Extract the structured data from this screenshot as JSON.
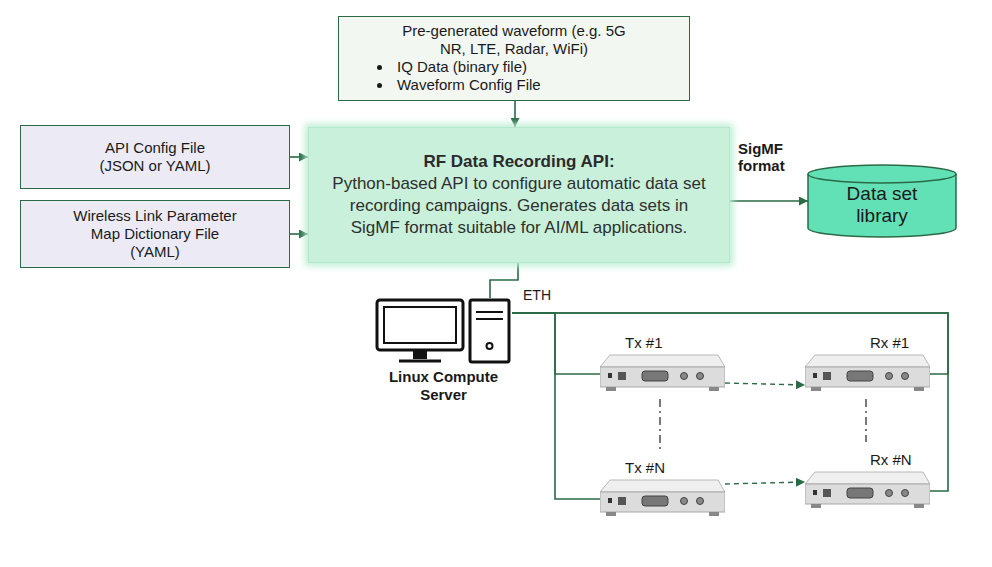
{
  "diagram": {
    "nodes": [
      {
        "text": [
          "Pre-generated waveform (e.g. 5G NR, LTE, Radar, WiFi)",
          "IQ Data (binary file)",
          "Waveform Config File"
        ]
      },
      {
        "text": [
          "API Config File (JSON or YAML)"
        ]
      },
      {
        "text": [
          "Wireless Link Parameter Map Dictionary File (YAML)"
        ]
      },
      {
        "text": [
          "RF Data Recording API:",
          "Python-based API to configure automatic data set recording campaigns. Generates data sets in SigMF format suitable for AI/ML applications."
        ]
      },
      {
        "text": [
          "Data set library"
        ]
      },
      {
        "text": [
          "Linux Compute Server"
        ]
      },
      {
        "text": [
          "Tx #1"
        ]
      },
      {
        "text": [
          "Rx #1"
        ]
      },
      {
        "text": [
          "Tx #N"
        ]
      },
      {
        "text": [
          "Rx #N"
        ]
      }
    ],
    "edges": [
      {
        "from": 0,
        "to": 3,
        "arrow": "to"
      },
      {
        "from": 1,
        "to": 3,
        "arrow": "to"
      },
      {
        "from": 2,
        "to": 3,
        "arrow": "to"
      },
      {
        "from": 3,
        "to": 4,
        "label": "SigMF format",
        "arrow": "to"
      },
      {
        "from": 3,
        "to": 5,
        "arrow": "none"
      },
      {
        "from": 5,
        "to": 6,
        "arrow": "none"
      },
      {
        "from": 5,
        "to": 8,
        "arrow": "none"
      },
      {
        "from": 5,
        "to": 7,
        "arrow": "none"
      },
      {
        "from": 5,
        "to": 9,
        "arrow": "none"
      },
      {
        "from": 6,
        "to": 7,
        "arrow": "to"
      },
      {
        "from": 8,
        "to": 9,
        "arrow": "to"
      }
    ],
    "labels": [
      "ETH"
    ]
  }
}
